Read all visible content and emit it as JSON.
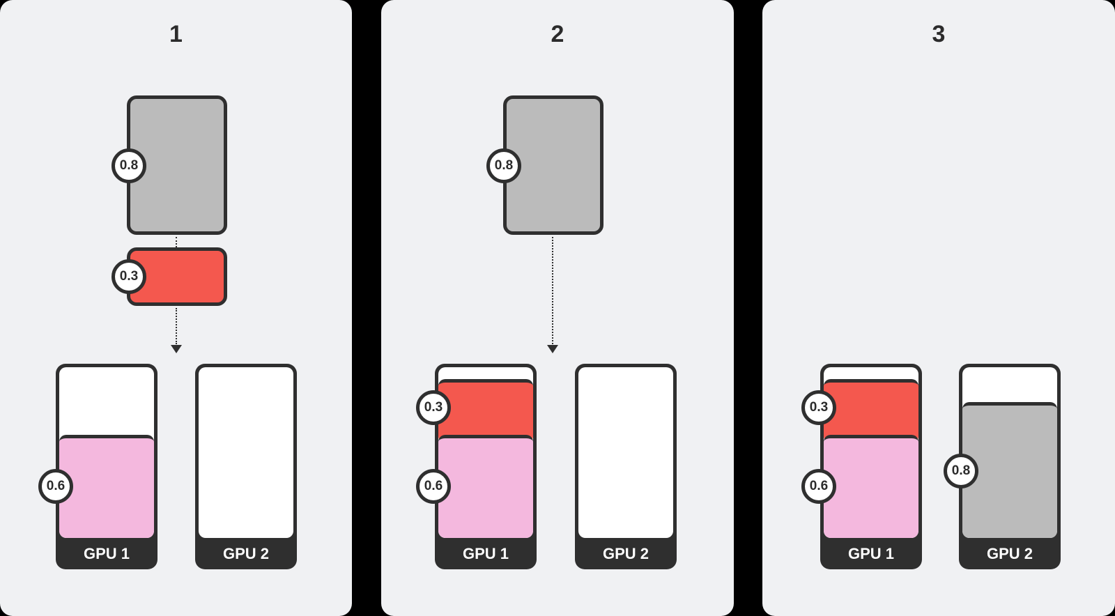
{
  "colors": {
    "background": "#000000",
    "panel": "#f0f1f3",
    "outline": "#2f2f2f",
    "gray": "#bbbbbb",
    "red": "#f4584e",
    "pink": "#f4b8de",
    "white": "#ffffff"
  },
  "panels": [
    {
      "step": "1",
      "pending": [
        {
          "value": "0.8",
          "color": "gray"
        },
        {
          "value": "0.3",
          "color": "red"
        }
      ],
      "gpus": [
        {
          "label": "GPU 1",
          "allocations": [
            {
              "value": "0.6",
              "color": "pink"
            }
          ]
        },
        {
          "label": "GPU 2",
          "allocations": []
        }
      ]
    },
    {
      "step": "2",
      "pending": [
        {
          "value": "0.8",
          "color": "gray"
        }
      ],
      "gpus": [
        {
          "label": "GPU 1",
          "allocations": [
            {
              "value": "0.6",
              "color": "pink"
            },
            {
              "value": "0.3",
              "color": "red"
            }
          ]
        },
        {
          "label": "GPU 2",
          "allocations": []
        }
      ]
    },
    {
      "step": "3",
      "pending": [],
      "gpus": [
        {
          "label": "GPU 1",
          "allocations": [
            {
              "value": "0.6",
              "color": "pink"
            },
            {
              "value": "0.3",
              "color": "red"
            }
          ]
        },
        {
          "label": "GPU 2",
          "allocations": [
            {
              "value": "0.8",
              "color": "gray"
            }
          ]
        }
      ]
    }
  ]
}
